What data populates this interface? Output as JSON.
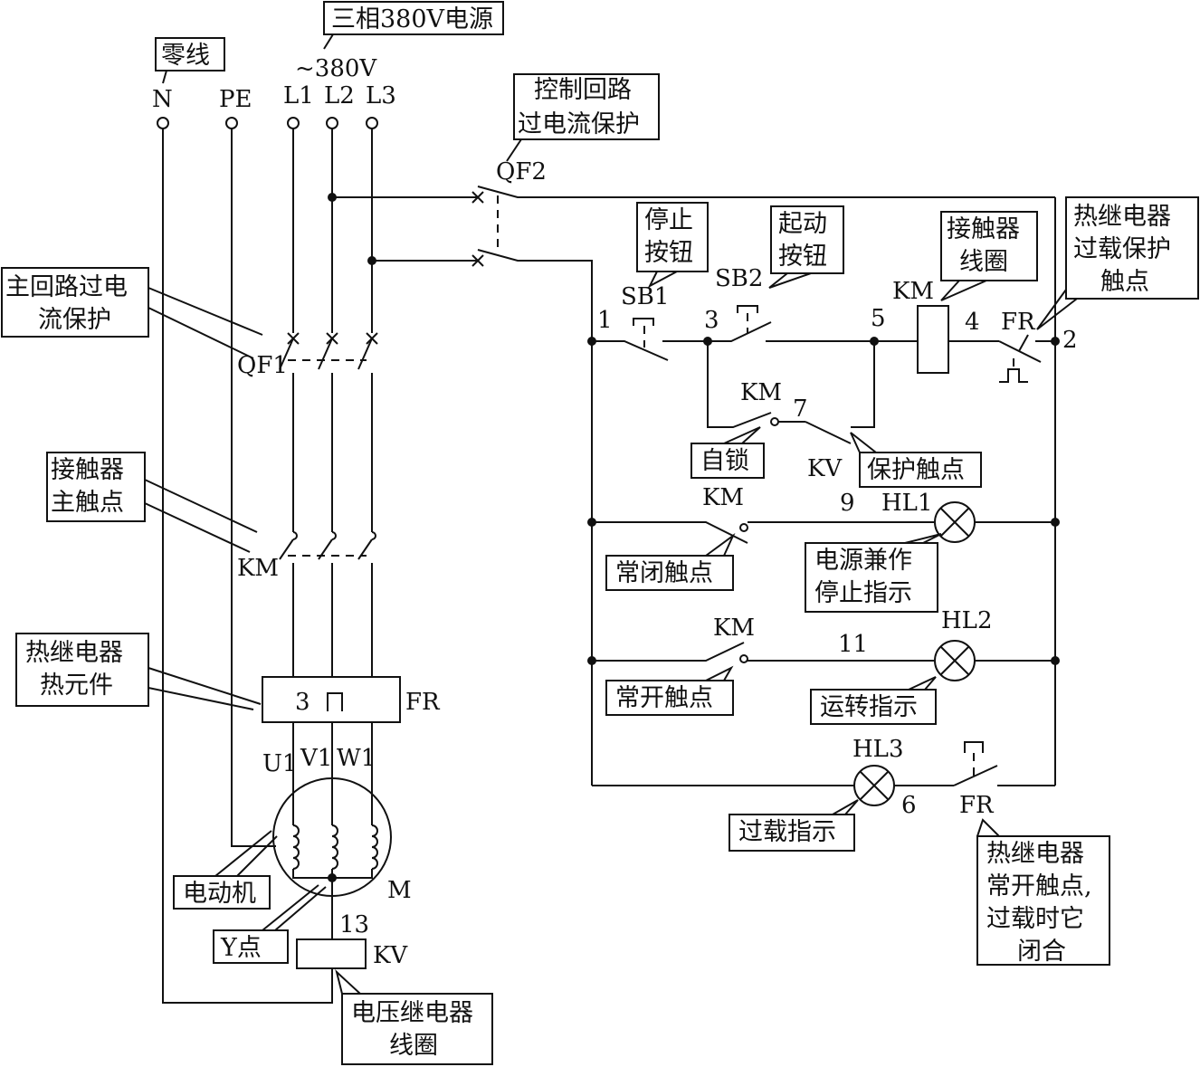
{
  "labels": {
    "N": "N",
    "PE": "PE",
    "L1": "L1",
    "L2": "L2",
    "L3": "L3",
    "voltage": "~380V",
    "QF1": "QF1",
    "QF2": "QF2",
    "KM_main": "KM",
    "FR_main": "FR",
    "FR_heater": "3",
    "U1": "U1",
    "V1": "V1",
    "W1": "W1",
    "M": "M",
    "n13": "13",
    "KV_coil": "KV",
    "SB1": "SB1",
    "SB2": "SB2",
    "KM_coil": "KM",
    "FR_ctrl": "FR",
    "KM_selflock": "KM",
    "KV_contact": "KV",
    "KM_nc": "KM",
    "HL1": "HL1",
    "KM_no": "KM",
    "HL2": "HL2",
    "HL3": "HL3",
    "FR_no": "FR",
    "n1": "1",
    "n2": "2",
    "n3": "3",
    "n4": "4",
    "n5": "5",
    "n6": "6",
    "n7": "7",
    "n9": "9",
    "n11": "11"
  },
  "callouts": {
    "three_phase": "三相380V电源",
    "neutral": "零线",
    "ctrl_protect": [
      "控制回路",
      "过电流保护"
    ],
    "main_protect": [
      "主回路过电",
      "流保护"
    ],
    "contactor_main": [
      "接触器",
      "主触点"
    ],
    "thermal_element": [
      "热继电器",
      "热元件"
    ],
    "motor": "电动机",
    "star_point": "Y点",
    "kv_coil": [
      "电压继电器",
      "线圈"
    ],
    "stop_button": [
      "停止",
      "按钮"
    ],
    "start_button": [
      "起动",
      "按钮"
    ],
    "contactor_coil": [
      "接触器",
      "线圈"
    ],
    "fr_overload": [
      "热继电器",
      "过载保护",
      "触点"
    ],
    "self_lock": "自锁",
    "protect_contact": "保护触点",
    "nc_contact": "常闭触点",
    "power_stop": [
      "电源兼作",
      "停止指示"
    ],
    "no_contact": "常开触点",
    "run_indicator": "运转指示",
    "overload_indicator": "过载指示",
    "fr_no_contact": [
      "热继电器",
      "常开触点,",
      "过载时它",
      "闭合"
    ]
  }
}
